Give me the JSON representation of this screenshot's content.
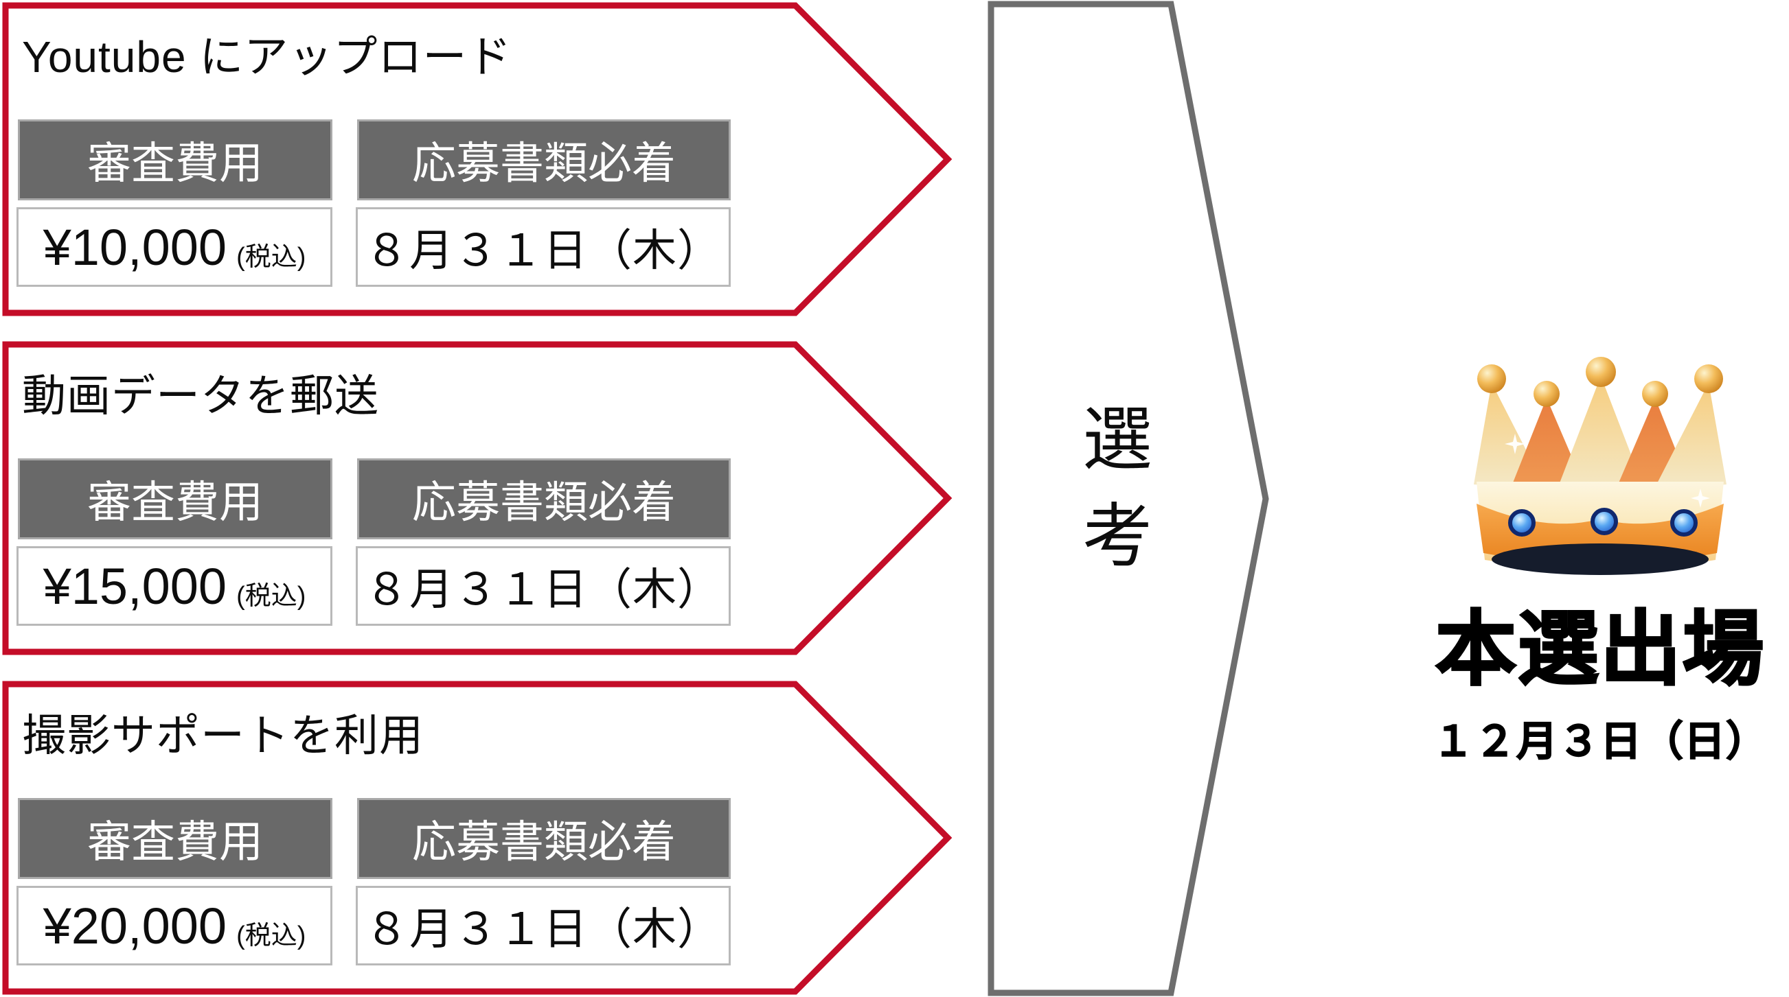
{
  "diagram": {
    "options": [
      {
        "title": "Youtube にアップロード",
        "fee_label": "審査費用",
        "fee_amount": "¥10,000",
        "fee_tax_note": "(税込)",
        "deadline_label": "応募書類必着",
        "deadline_value": "８月３１日（木）"
      },
      {
        "title": "動画データを郵送",
        "fee_label": "審査費用",
        "fee_amount": "¥15,000",
        "fee_tax_note": "(税込)",
        "deadline_label": "応募書類必着",
        "deadline_value": "８月３１日（木）"
      },
      {
        "title": "撮影サポートを利用",
        "fee_label": "審査費用",
        "fee_amount": "¥20,000",
        "fee_tax_note": "(税込)",
        "deadline_label": "応募書類必着",
        "deadline_value": "８月３１日（木）"
      }
    ],
    "selection_step": {
      "label": "選考"
    },
    "result": {
      "icon": "crown-icon",
      "title": "本選出場",
      "date": "１２月３日（日）"
    },
    "colors": {
      "arrow_red": "#c40d28",
      "selection_border_gray": "#6e6e6e",
      "label_bg_gray": "#696969",
      "label_border_gray": "#a9a9a9",
      "value_border_gray": "#b9b9b9",
      "crown_gold": "#f0a440",
      "crown_band_orange": "#ec8a28",
      "gem_blue": "#2d7ee8",
      "crown_base_navy": "#151c2c"
    }
  }
}
